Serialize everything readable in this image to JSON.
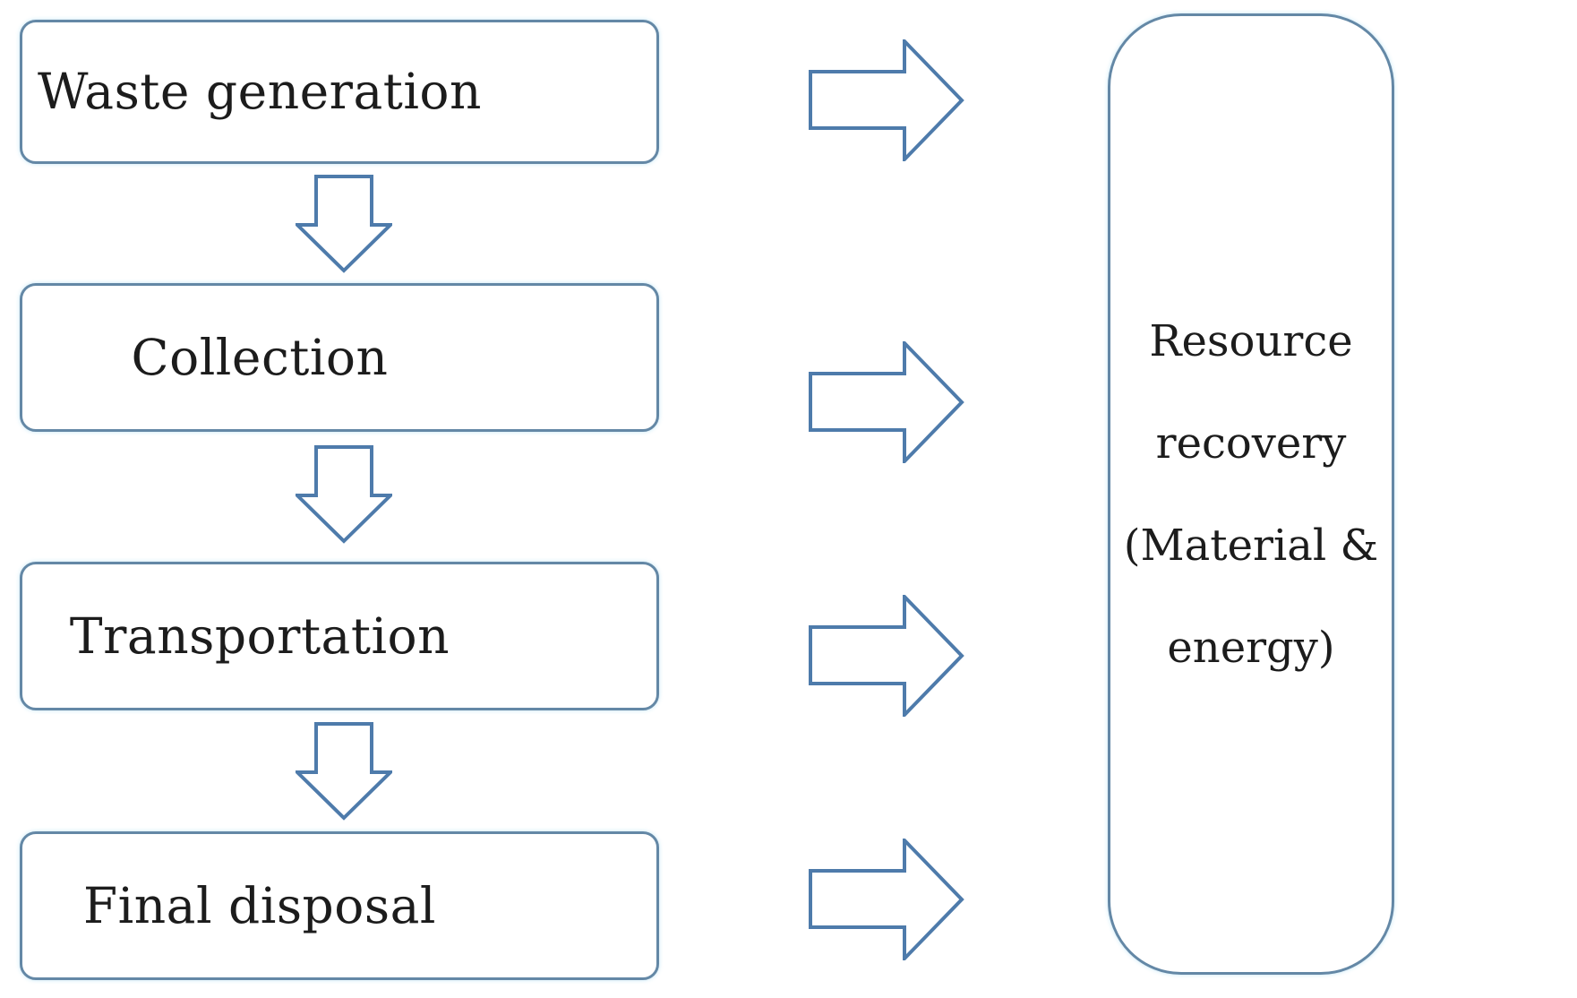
{
  "diagram": {
    "stages": [
      {
        "label": "Waste generation"
      },
      {
        "label": "Collection"
      },
      {
        "label": "Transportation"
      },
      {
        "label": "Final disposal"
      }
    ],
    "result_box": {
      "lines": [
        "Resource",
        "recovery",
        "(Material &",
        "energy)"
      ]
    },
    "colors": {
      "box_border": "#6488a6",
      "arrow_stroke": "#4e7bab",
      "text": "#1c1c1c",
      "background": "#ffffff"
    }
  }
}
